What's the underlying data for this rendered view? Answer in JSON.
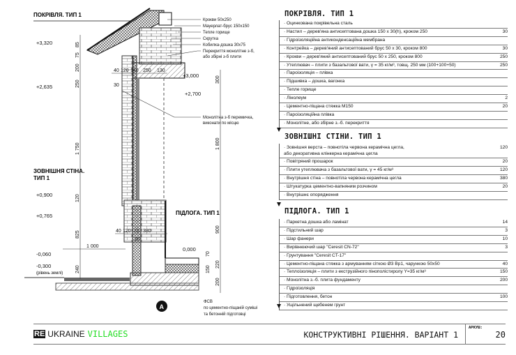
{
  "drawing": {
    "labels": {
      "roof": "ПОКРІВЛЯ. ТИП 1",
      "wall1": "ЗОВНІШНЯ СТІНА.",
      "wall2": "ТИП 1",
      "floor": "ПІДЛОГА. ТИП 1"
    },
    "levels": {
      "l1": "+3,320",
      "l2": "+2,635",
      "l3": "+0,900",
      "l4": "+0,765",
      "l5": "-0,060",
      "l6": "-0,300",
      "ground": "(рівень землі)",
      "l7": "+3,000",
      "l8": "+2,700",
      "l9": "0,000"
    },
    "callouts": [
      "Крокви 50х250",
      "Мауерлат-брус 150х150",
      "Тепле горище",
      "Скрутка",
      "Кобилка-дошка 30х75",
      "Перекриття монолітне з-б,",
      "або збірні з-б плити",
      "Монолітна з-б перемичка,",
      "виконати по місцю"
    ],
    "dims_left": [
      "85",
      "75",
      "200",
      "250",
      "1 750",
      "120",
      "825",
      "240"
    ],
    "dims_right": [
      "300",
      "1 800",
      "900",
      "70",
      "150",
      "220",
      "200"
    ],
    "dims_h1": [
      "40",
      "120",
      "140",
      "250",
      "130",
      "30"
    ],
    "dims_h2": [
      "40",
      "120",
      "70",
      "380",
      "20",
      "1 000"
    ],
    "fsv": [
      "ФСВ",
      "по цементно-піщаній суміші",
      "та бетонній підготовці"
    ],
    "marker": "A"
  },
  "roof": {
    "title": "ПОКРІВЛЯ. ТИП 1",
    "rows": [
      {
        "name": "· Оцинкована покрівельна сталь",
        "value": ""
      },
      {
        "name": "· Настил – дерев'яна антисептована дошка 150 х 30(h), кроком 250",
        "value": "30"
      },
      {
        "name": "· Гідроізоляційна антиконденсаційна мембрана",
        "value": ""
      },
      {
        "name": "· Контрейка – дерев'яний антисептований брус 50 х 30, кроком 800",
        "value": "30"
      },
      {
        "name": "· Крокви – дерев'яний антисептований брус 50 х 250, кроком 800",
        "value": "250"
      },
      {
        "name": "· Утеплювач – плити з базальтової вати, γ = 35 кг/м³, товщ. 250 мм (100+100+50)",
        "value": "250"
      },
      {
        "name": "· Пароізоляція – плівка",
        "value": ""
      },
      {
        "name": "· Підшивка – дошка, вагонка",
        "value": ""
      },
      {
        "name": "· Тепле горище",
        "value": ""
      },
      {
        "name": "· Лінолеум",
        "value": "2"
      },
      {
        "name": "· Цементно-піщана стяжка М150",
        "value": "20"
      },
      {
        "name": "· Пароізоляційна плівка",
        "value": ""
      },
      {
        "name": "· Монолітне, або збірне з.-б. перекриття",
        "value": ""
      }
    ]
  },
  "walls": {
    "title": "ЗОВНІШНІ СТІНИ. ТИП 1",
    "first": {
      "line1": "· Зовнішня верста – повнотіла червона керамічна цегла,",
      "line2": "або декоративна клінкерна керамічна цегла",
      "value": "120"
    },
    "rows": [
      {
        "name": "· Повітряний прошарок",
        "value": "20"
      },
      {
        "name": "· Плити утеплювача з базальтової вати, γ = 45 кг/м³",
        "value": "120"
      },
      {
        "name": "· Внутрішня стіна – повнотіла червона керамічна цегла",
        "value": "380"
      },
      {
        "name": "· Штукатурка цементно-вапняним розчином",
        "value": "20"
      },
      {
        "name": "· Внутрішнє опорядження",
        "value": ""
      }
    ]
  },
  "floor": {
    "title": "ПІДЛОГА. ТИП 1",
    "rows": [
      {
        "name": "· Паркетна дошка або ламінат",
        "value": "14"
      },
      {
        "name": "· Підстильний шар",
        "value": "3"
      },
      {
        "name": "· Шар фанери",
        "value": "10"
      },
      {
        "name": "· Вирівнюючий шар \"Ceresit CN-72\"",
        "value": "3"
      },
      {
        "name": "· Грунтування \"Ceresit CT-17\"",
        "value": ""
      },
      {
        "name": "· Цементно-піщана стяжка з армуванням сіткою Ø3 Вр1, чарункою 50х50",
        "value": "40"
      },
      {
        "name": "· Теплоізоляція – плити з екструзійного пінополістиролу Y=35 кг/м³",
        "value": "150"
      },
      {
        "name": "· Монолітна з.-б. плита фундаменту",
        "value": "200"
      },
      {
        "name": "· Гідроізоляція",
        "value": ""
      },
      {
        "name": "· Підготовлення, бетон",
        "value": "100"
      },
      {
        "name": "· Ущільнений щебенем грунт",
        "value": ""
      }
    ]
  },
  "footer": {
    "logo_re": "RE",
    "logo_ukraine": "UKRAINE",
    "logo_villages": "VILLAGES",
    "title": "КОНСТРУКТИВНІ РІШЕННЯ. ВАРІАНТ 1",
    "sheet_label": "АРКУШ:",
    "sheet_number": "20",
    "accent": "#22dd22"
  }
}
